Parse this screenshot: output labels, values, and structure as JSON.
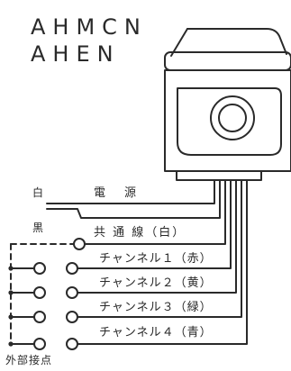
{
  "models": [
    "AHMCN",
    "AHEN"
  ],
  "wires": {
    "white": "白",
    "black": "黒",
    "power": "電　源",
    "common": "共 通 線（白）"
  },
  "channels": [
    {
      "label": "チャンネル１（赤）"
    },
    {
      "label": "チャンネル２（黄）"
    },
    {
      "label": "チャンネル３（緑）"
    },
    {
      "label": "チャンネル４（青）"
    }
  ],
  "external_contacts": "外部接点"
}
